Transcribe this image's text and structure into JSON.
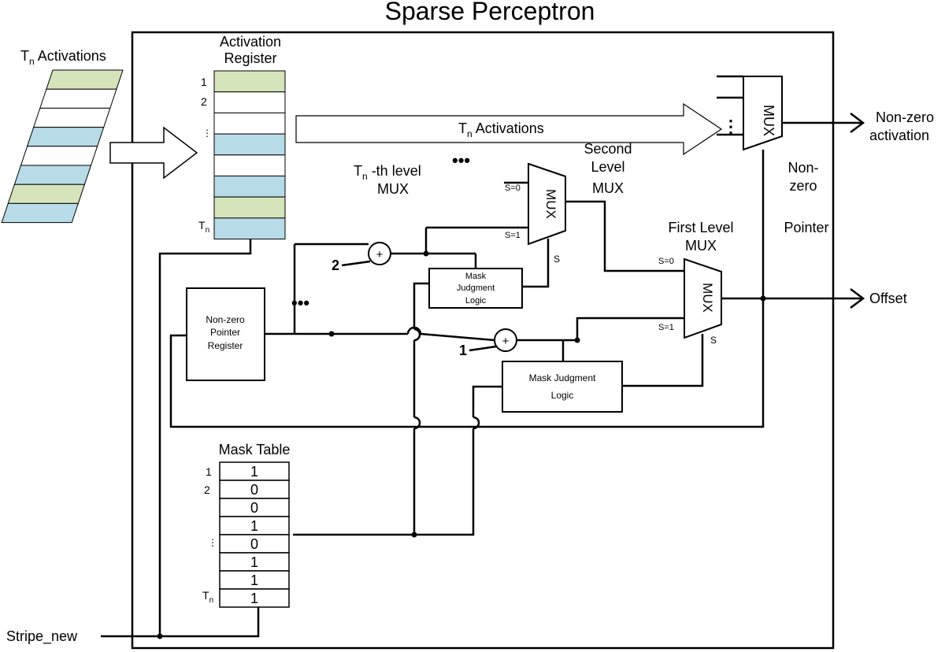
{
  "title": "Sparse Perceptron",
  "input_activations": {
    "label_main": "T",
    "label_sub": "n",
    "label_rest": " Activations",
    "cells": [
      "green",
      "white",
      "white",
      "blue",
      "white",
      "blue",
      "green",
      "blue"
    ]
  },
  "activation_register": {
    "title_line1": "Activation",
    "title_line2": "Register",
    "index_1": "1",
    "index_2": "2",
    "index_dots": "⋮",
    "index_last_main": "T",
    "index_last_sub": "n",
    "cells": [
      "green",
      "white",
      "white",
      "blue",
      "white",
      "blue",
      "green",
      "blue"
    ]
  },
  "bus": {
    "label_main": "T",
    "label_sub": "n",
    "label_rest": " Activations"
  },
  "output_mux": {
    "label": "MUX",
    "dots": "⋮"
  },
  "outputs": {
    "nonzero_line1": "Non-zero",
    "nonzero_line2": "activation",
    "offset": "Offset"
  },
  "nonzero_pointer_label": {
    "line1": "Non-",
    "line2": "zero",
    "line3": "Pointer"
  },
  "tn_level_mux": {
    "label_main": "T",
    "label_sub": "n",
    "label_rest": " -th level",
    "line2": "MUX",
    "dots": "•••"
  },
  "second_level_mux": {
    "line1": "Second",
    "line2": "Level",
    "line3": "MUX",
    "mux_label": "MUX",
    "s0": "S=0",
    "s1": "S=1",
    "sel": "S"
  },
  "first_level_mux": {
    "line1": "First Level",
    "line2": "MUX",
    "mux_label": "MUX",
    "s0": "S=0",
    "s1": "S=1",
    "sel": "S"
  },
  "adder_2": {
    "constant": "2",
    "symbol": "+"
  },
  "adder_1": {
    "constant": "1",
    "symbol": "+"
  },
  "mask_logic_small": {
    "line1": "Mask",
    "line2": "Judgment",
    "line3": "Logic"
  },
  "mask_logic_large": {
    "line1": "Mask Judgment",
    "line2": "Logic"
  },
  "pointer_register": {
    "line1": "Non-zero",
    "line2": "Pointer",
    "line3": "Register"
  },
  "middle_dots": "•••",
  "mask_table": {
    "title": "Mask Table",
    "index_1": "1",
    "index_2": "2",
    "index_dots": "⋮",
    "index_last_main": "T",
    "index_last_sub": "n",
    "values": [
      "1",
      "0",
      "0",
      "1",
      "0",
      "1",
      "1",
      "1"
    ]
  },
  "stripe_label": "Stripe_new",
  "colors": {
    "green": "#d6e4bc",
    "blue": "#b8dbe8",
    "white": "#ffffff",
    "line": "#000000"
  }
}
